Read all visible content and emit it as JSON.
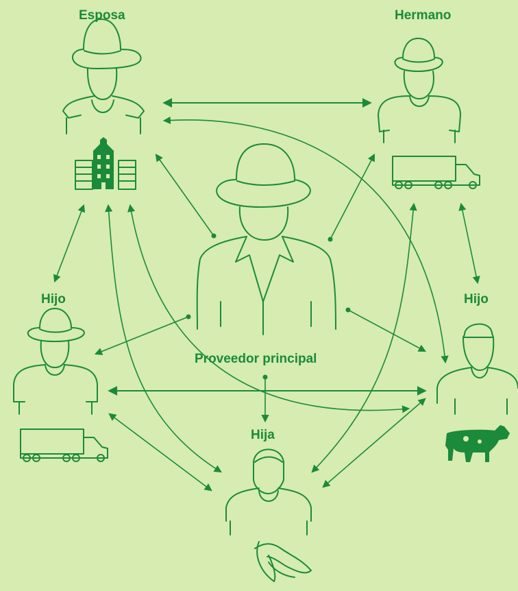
{
  "colors": {
    "background": "#d6ecb0",
    "accent": "#1b8a3a"
  },
  "labels": {
    "esposa": "Esposa",
    "hermano": "Hermano",
    "hijo_left": "Hijo",
    "hijo_right": "Hijo",
    "hija": "Hija",
    "proveedor": "Proveedor principal"
  },
  "icons": [
    "farmer-hat-figure-icon",
    "grain-silo-icon",
    "truck-icon",
    "cow-icon",
    "soybean-plant-icon",
    "cap-figure-icon"
  ]
}
